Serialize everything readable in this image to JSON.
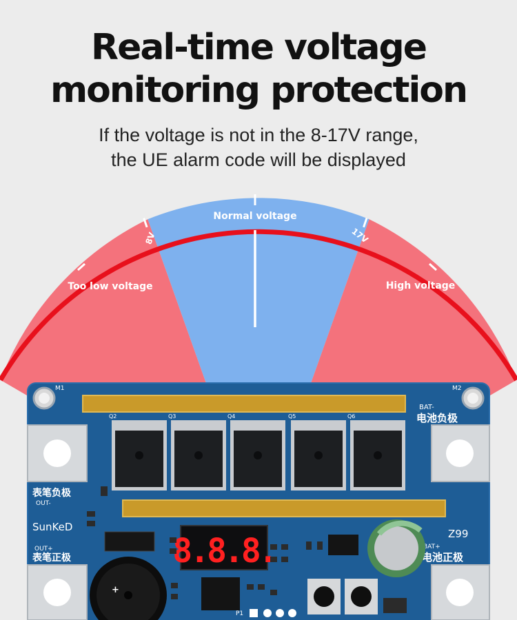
{
  "headline": {
    "line1": "Real-time voltage",
    "line2": "monitoring protection"
  },
  "subtitle": {
    "line1": "If the voltage is not in the 8-17V range,",
    "line2": "the UE alarm code will be displayed"
  },
  "gauge": {
    "low_label": "Too low voltage",
    "normal_label": "Normal voltage",
    "high_label": "High voltage",
    "low_tick": "8V",
    "high_tick": "17V",
    "colors": {
      "low": "#f4727c",
      "normal": "#7eb1ee",
      "high": "#f4727c",
      "rim": "#e8101c"
    }
  },
  "board": {
    "hole_m1": "M1",
    "hole_m2": "M2",
    "bat_minus_code": "BAT-",
    "bat_minus_cn": "电池负极",
    "out_minus_cn": "表笔负极",
    "out_minus_code": "OUT-",
    "brand": "SunKeD",
    "out_plus_code": "OUT+",
    "out_plus_cn": "表笔正极",
    "bat_plus_code": "BAT+",
    "bat_plus_cn": "电池正极",
    "model": "Z99",
    "display_text": "8.8.8.",
    "mosfet_labels": [
      "Q2",
      "Q3",
      "Q4",
      "Q5",
      "Q6"
    ],
    "header_label": "P1",
    "colors": {
      "pcb": "#1e5d96",
      "gold": "#c99a2a",
      "display": "#ff2020"
    }
  }
}
